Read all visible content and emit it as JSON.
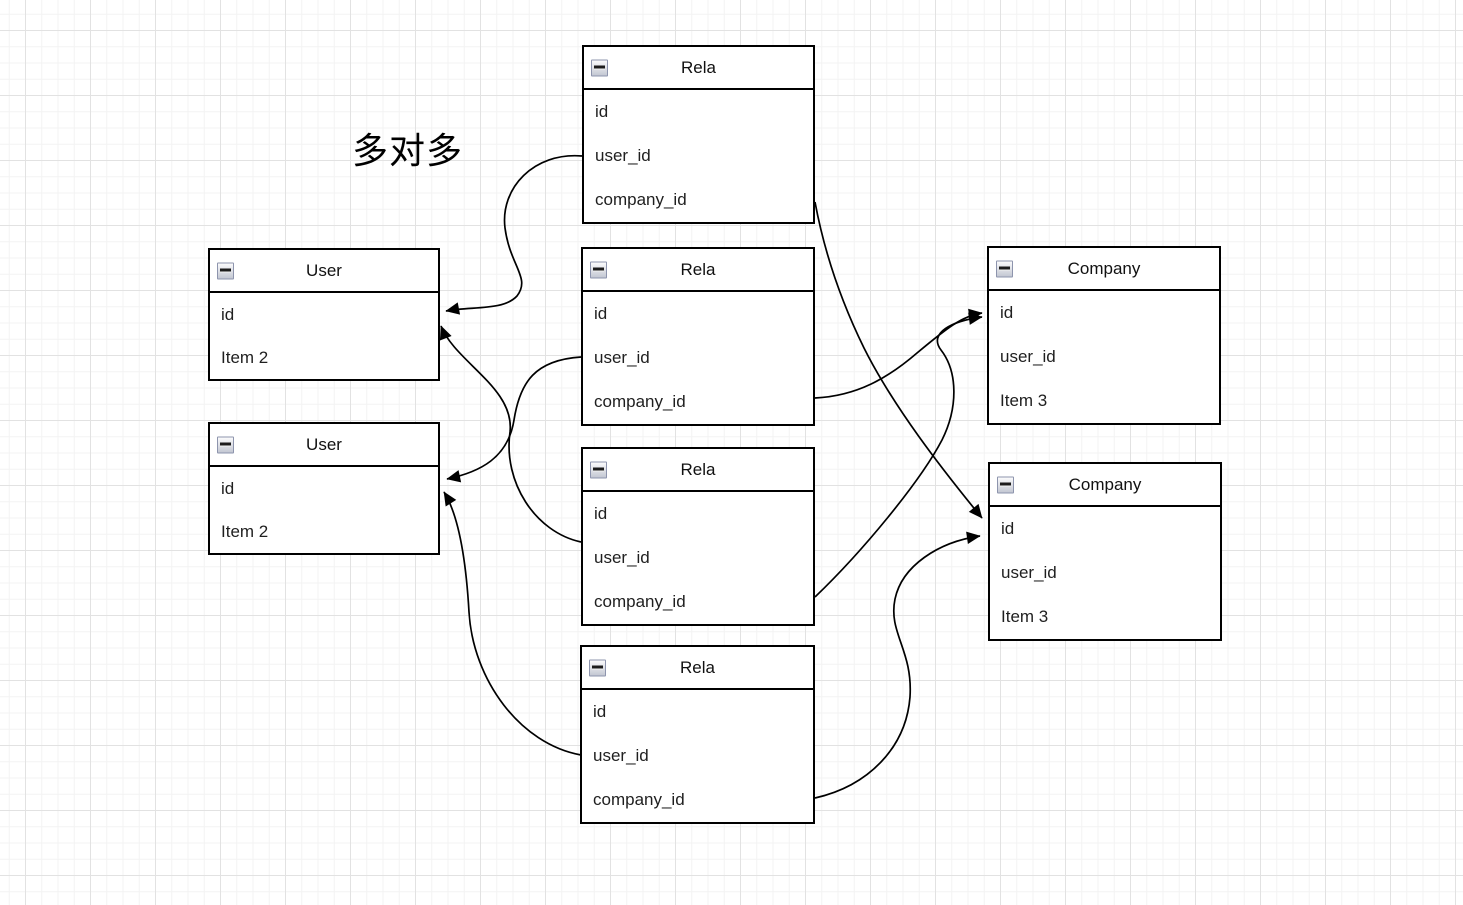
{
  "diagram": {
    "label": "多对多"
  },
  "tables": [
    {
      "title": "Rela",
      "rows": [
        "id",
        "user_id",
        "company_id"
      ]
    },
    {
      "title": "Rela",
      "rows": [
        "id",
        "user_id",
        "company_id"
      ]
    },
    {
      "title": "Rela",
      "rows": [
        "id",
        "user_id",
        "company_id"
      ]
    },
    {
      "title": "Rela",
      "rows": [
        "id",
        "user_id",
        "company_id"
      ]
    },
    {
      "title": "User",
      "rows": [
        "id",
        "Item 2"
      ]
    },
    {
      "title": "User",
      "rows": [
        "id",
        "Item 2"
      ]
    },
    {
      "title": "Company",
      "rows": [
        "id",
        "user_id",
        "Item 3"
      ]
    },
    {
      "title": "Company",
      "rows": [
        "id",
        "user_id",
        "Item 3"
      ]
    }
  ],
  "icons": {
    "collapse": "minus-square-icon"
  },
  "edges": [
    {
      "from": "Rela-1.user_id",
      "to": "User-1"
    },
    {
      "from": "Rela-1.company_id",
      "to": "Company-2.id"
    },
    {
      "from": "Rela-2.user_id",
      "to": "User-2"
    },
    {
      "from": "Rela-2.company_id",
      "to": "Company-1.id"
    },
    {
      "from": "Rela-3.user_id",
      "to": "User-1"
    },
    {
      "from": "Rela-3.company_id",
      "to": "Company-1.id"
    },
    {
      "from": "Rela-4.user_id",
      "to": "User-2"
    },
    {
      "from": "Rela-4.company_id",
      "to": "Company-2.id"
    }
  ],
  "colors": {
    "shape_stroke": "#000000",
    "shape_fill": "#ffffff",
    "grid_minor": "#f3f3f3",
    "grid_major": "#e2e2e2"
  }
}
